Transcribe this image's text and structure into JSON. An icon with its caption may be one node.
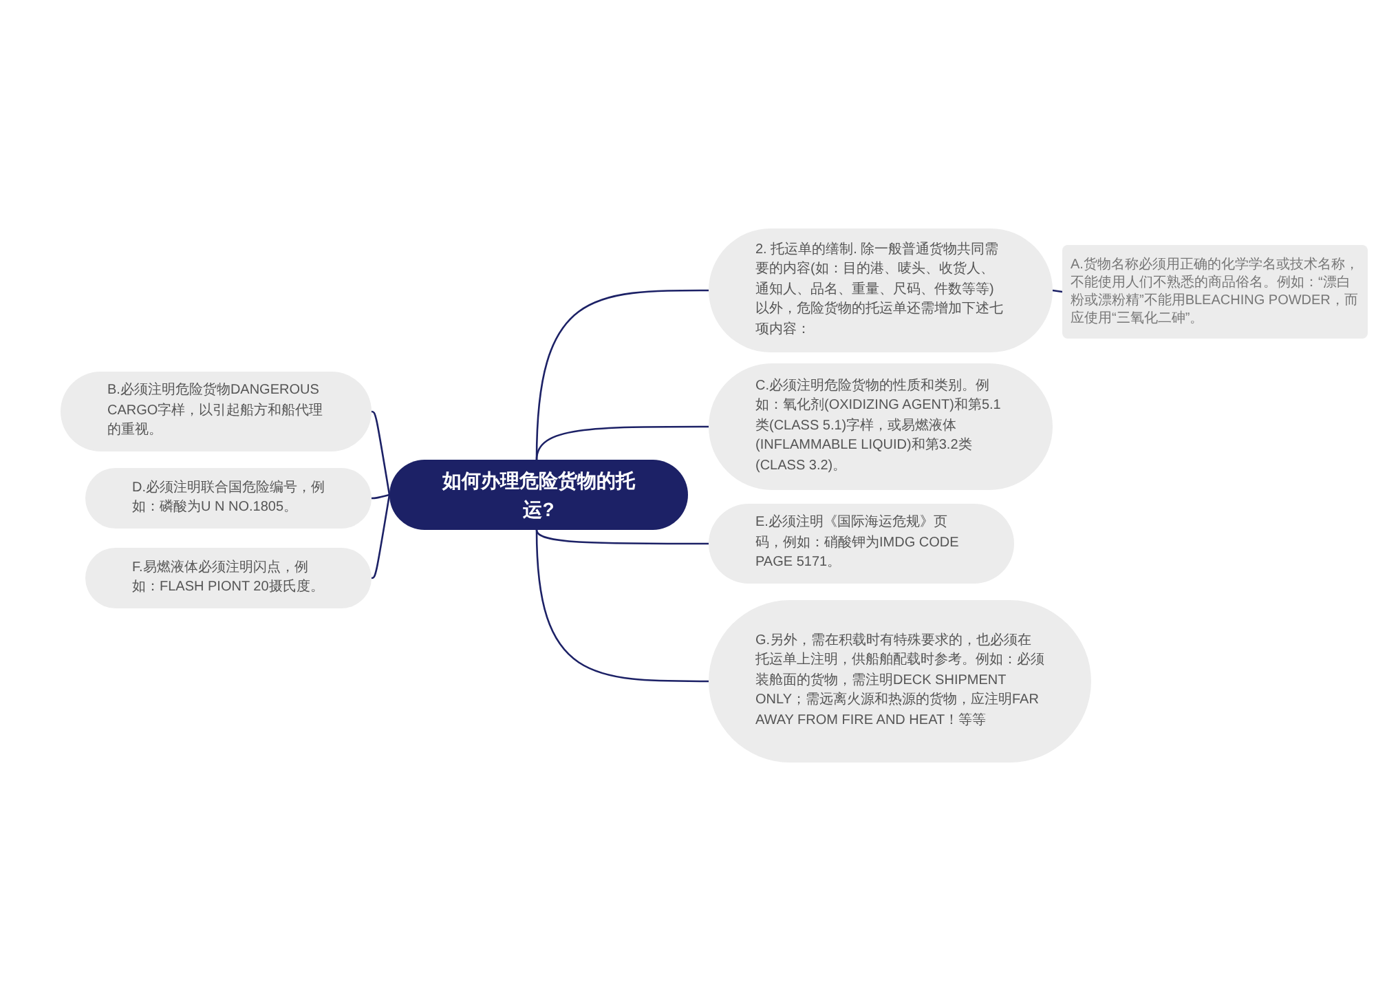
{
  "diagram": {
    "nodes": [
      {
        "text": [
          "如何办理危险货物的托运?"
        ]
      },
      {
        "text": [
          "2. 托运单的缮制. 除一般普通货物共同需要的内容(如：目的港、唛头、收货人、通知人、品名、重量、尺码、件数等等)以外，危险货物的托运单还需增加下述七项内容："
        ]
      },
      {
        "text": [
          "A.货物名称必须用正确的化学学名或技术名称，不能使用人们不熟悉的商品俗名。例如：“漂白粉或漂粉精”不能用BLEACHING POWDER，而应使用“三氧化二砷”。"
        ]
      },
      {
        "text": [
          "C.必须注明危险货物的性质和类别。例如：氧化剂(OXIDIZING AGENT)和第5.1类(CLASS 5.1)字样，或易燃液体(INFLAMMABLE LIQUID)和第3.2类(CLASS 3.2)。"
        ]
      },
      {
        "text": [
          "E.必须注明《国际海运危规》页码，例如：硝酸钾为IMDG CODE PAGE 5171。"
        ]
      },
      {
        "text": [
          "G.另外，需在积载时有特殊要求的，也必须在托运单上注明，供船舶配载时参考。例如：必须装舱面的货物，需注明DECK SHIPMENT ONLY；需远离火源和热源的货物，应注明FAR AWAY FROM FIRE AND HEAT！等等"
        ]
      },
      {
        "text": [
          "B.必须注明危险货物DANGEROUS CARGO字样，以引起船方和船代理的重视。"
        ]
      },
      {
        "text": [
          "D.必须注明联合国危险编号，例如：磷酸为U N NO.1805。"
        ]
      },
      {
        "text": [
          "F.易燃液体必须注明闪点，例如：FLASH PIONT 20摄氏度。"
        ]
      }
    ],
    "edges": [
      {
        "from": 0,
        "to": 1,
        "arrow": "none"
      },
      {
        "from": 1,
        "to": 2,
        "arrow": "none"
      },
      {
        "from": 0,
        "to": 3,
        "arrow": "none"
      },
      {
        "from": 0,
        "to": 4,
        "arrow": "none"
      },
      {
        "from": 0,
        "to": 5,
        "arrow": "none"
      },
      {
        "from": 0,
        "to": 6,
        "arrow": "none"
      },
      {
        "from": 0,
        "to": 7,
        "arrow": "none"
      },
      {
        "from": 0,
        "to": 8,
        "arrow": "none"
      }
    ]
  }
}
